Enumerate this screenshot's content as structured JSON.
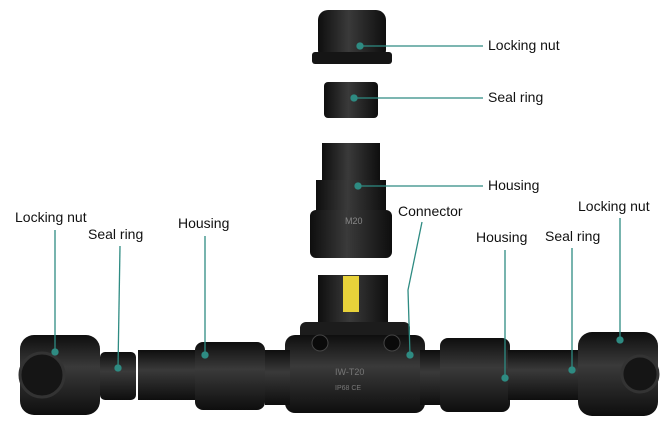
{
  "colors": {
    "leader": "#2e8b82",
    "part": "#1c1c1c",
    "part_light": "#3a3a3a",
    "latch": "#e8d23a"
  },
  "labels": {
    "top_locking_nut": "Locking nut",
    "top_seal_ring": "Seal ring",
    "top_housing": "Housing",
    "connector": "Connector",
    "left_locking_nut": "Locking nut",
    "left_seal_ring": "Seal ring",
    "left_housing": "Housing",
    "right_housing": "Housing",
    "right_seal_ring": "Seal ring",
    "right_locking_nut": "Locking nut"
  },
  "markings": {
    "thread": "M20",
    "body": "IW-T20",
    "rating": "IP68 CE"
  }
}
